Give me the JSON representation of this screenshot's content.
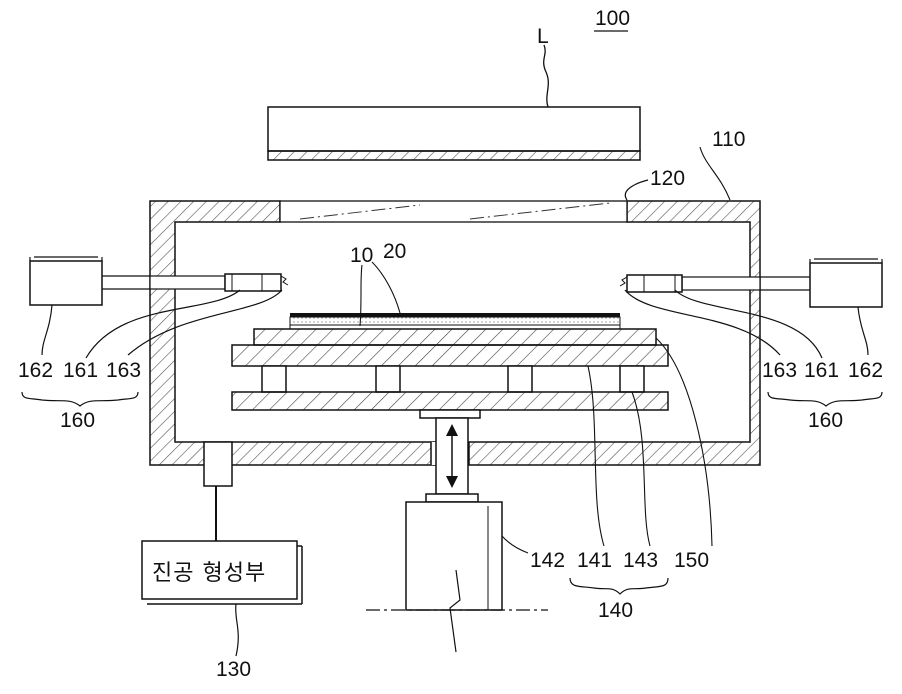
{
  "labels": {
    "fig": "100",
    "laser": "L",
    "chamber": "110",
    "window": "120",
    "vacuum_num": "130",
    "vacuum_text": "진공 형성부",
    "stage_group": "140",
    "stage_plate": "141",
    "lift": "142",
    "lower_plate": "143",
    "mask": "150",
    "substrate": "10",
    "film": "20",
    "sensor_group": "160",
    "sensor_probe": "161",
    "sensor_body": "162",
    "sensor_tip": "163"
  },
  "colors": {
    "line": "#111111",
    "hatch": "#555555",
    "background": "#ffffff"
  }
}
